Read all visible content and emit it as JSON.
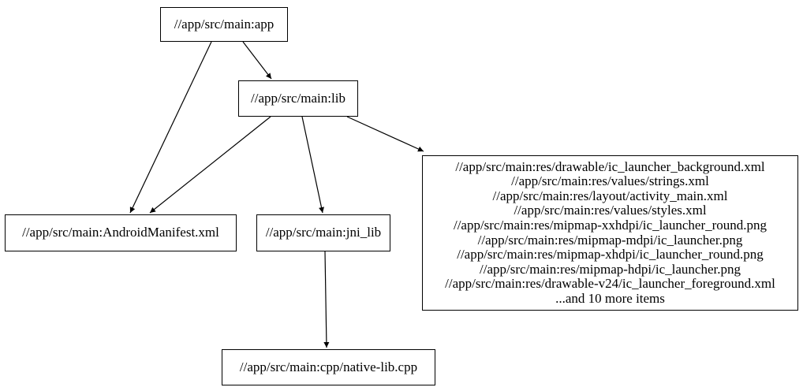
{
  "diagram": {
    "type": "dependency-graph",
    "background_color": "#ffffff",
    "node_border_color": "#000000",
    "edge_color": "#000000",
    "text_color": "#000000",
    "nodes": {
      "app": {
        "label": "//app/src/main:app"
      },
      "lib": {
        "label": "//app/src/main:lib"
      },
      "android_manifest": {
        "label": "//app/src/main:AndroidManifest.xml"
      },
      "jni_lib": {
        "label": "//app/src/main:jni_lib"
      },
      "native_lib": {
        "label": "//app/src/main:cpp/native-lib.cpp"
      },
      "resources": {
        "lines": [
          "//app/src/main:res/drawable/ic_launcher_background.xml",
          "//app/src/main:res/values/strings.xml",
          "//app/src/main:res/layout/activity_main.xml",
          "//app/src/main:res/values/styles.xml",
          "//app/src/main:res/mipmap-xxhdpi/ic_launcher_round.png",
          "//app/src/main:res/mipmap-mdpi/ic_launcher.png",
          "//app/src/main:res/mipmap-xhdpi/ic_launcher_round.png",
          "//app/src/main:res/mipmap-hdpi/ic_launcher.png",
          "//app/src/main:res/drawable-v24/ic_launcher_foreground.xml",
          "...and 10 more items"
        ]
      }
    },
    "edges": [
      {
        "from": "//app/src/main:app",
        "to": "//app/src/main:lib"
      },
      {
        "from": "//app/src/main:app",
        "to": "//app/src/main:AndroidManifest.xml"
      },
      {
        "from": "//app/src/main:lib",
        "to": "//app/src/main:AndroidManifest.xml"
      },
      {
        "from": "//app/src/main:lib",
        "to": "//app/src/main:jni_lib"
      },
      {
        "from": "//app/src/main:lib",
        "to": "resources-group"
      },
      {
        "from": "//app/src/main:jni_lib",
        "to": "//app/src/main:cpp/native-lib.cpp"
      }
    ]
  }
}
